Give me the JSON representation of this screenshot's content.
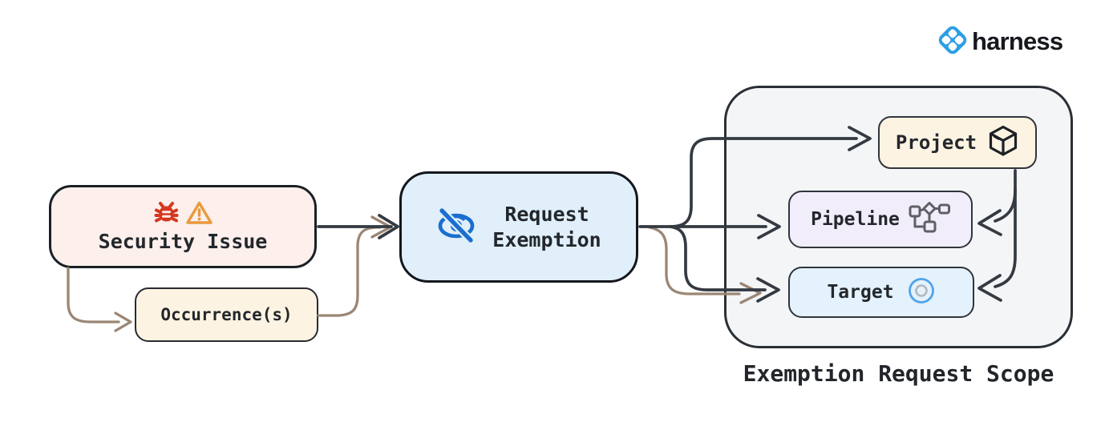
{
  "brand": {
    "name": "harness",
    "logo_color": "#2b9fe3",
    "text_color": "#16191d"
  },
  "diagram": {
    "nodes": {
      "security_issue": {
        "label": "Security Issue",
        "bg": "#fcefec",
        "icons": [
          "bug-icon",
          "warning-icon"
        ]
      },
      "occurrences": {
        "label": "Occurrence(s)",
        "bg": "#fdf3e2"
      },
      "request_exemption": {
        "label_line1": "Request",
        "label_line2": "Exemption",
        "bg": "#e0effa",
        "icon": "eye-off-icon"
      },
      "project": {
        "label": "Project",
        "bg": "#fdf3e2",
        "icon": "package-icon"
      },
      "pipeline": {
        "label": "Pipeline",
        "bg": "#f1edfa",
        "icon": "pipeline-icon"
      },
      "target": {
        "label": "Target",
        "bg": "#e3f2fd",
        "icon": "target-icon"
      }
    },
    "group": {
      "title": "Exemption Request Scope",
      "bg": "#f3f5f7"
    },
    "edges": [
      {
        "from": "security_issue",
        "to": "request_exemption",
        "color": "dark"
      },
      {
        "from": "security_issue",
        "to": "occurrences",
        "color": "brown"
      },
      {
        "from": "occurrences",
        "to": "request_exemption",
        "color": "brown"
      },
      {
        "from": "request_exemption",
        "to": "project",
        "color": "dark"
      },
      {
        "from": "request_exemption",
        "to": "pipeline",
        "color": "dark"
      },
      {
        "from": "request_exemption",
        "to": "target",
        "color": "dark"
      },
      {
        "from": "request_exemption",
        "to": "target",
        "color": "brown"
      },
      {
        "from": "project",
        "to": "pipeline",
        "color": "dark"
      },
      {
        "from": "project",
        "to": "target",
        "color": "dark"
      }
    ],
    "colors": {
      "edge_dark": "#343a41",
      "edge_brown": "#9b8674",
      "text": "#23272c",
      "bug_red": "#d7371e",
      "warning_orange": "#e9993d",
      "eye_blue": "#1a6ed0",
      "target_blue": "#52a3e9",
      "pipeline_gray": "#5f6066"
    }
  }
}
